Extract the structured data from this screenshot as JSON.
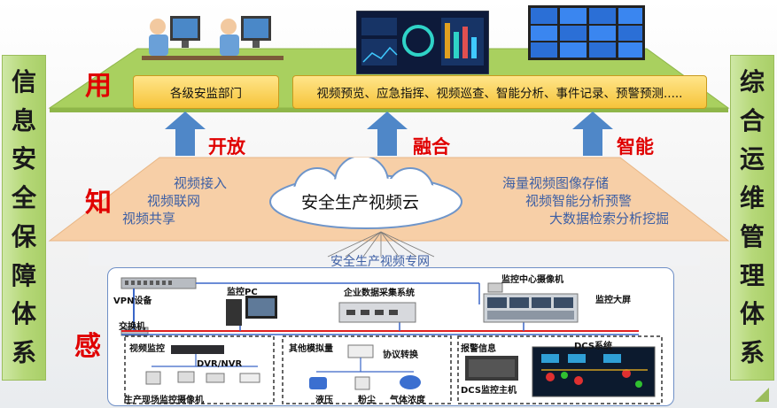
{
  "sides": {
    "left_chars": [
      "信",
      "息",
      "安",
      "全",
      "保",
      "障",
      "体",
      "系"
    ],
    "right_chars": [
      "综",
      "合",
      "运",
      "维",
      "管",
      "理",
      "体",
      "系"
    ]
  },
  "layers": {
    "use": "用",
    "know": "知",
    "sense": "感"
  },
  "top": {
    "box_depts": "各级安监部门",
    "box_features": "视频预览、应急指挥、视频巡查、智能分析、事件记录、预警预测....."
  },
  "arrows": {
    "open": "开放",
    "fusion": "融合",
    "smart": "智能"
  },
  "middle": {
    "cloud": "安全生产视频云",
    "left_items": [
      "视频接入",
      "视频联网",
      "视频共享"
    ],
    "right_items": [
      "海量视频图像存储",
      "视频智能分析预警",
      "大数据检索分析挖掘"
    ]
  },
  "network": {
    "title": "安全生产视频专网",
    "vpn": "VPN设备",
    "monitor_pc": "监控PC",
    "data_system": "企业数据采集系统",
    "center_camera": "监控中心摄像机",
    "big_screen": "监控大屏",
    "switch": "交换机",
    "video_monitor": "视频监控",
    "dvr": "DVR/NVR",
    "field_camera": "生产现场监控摄像机",
    "analog": "其他模拟量",
    "protocol": "协议转换",
    "pressure": "液压",
    "dust": "粉尘",
    "gas": "气体浓度",
    "alarm": "报警信息",
    "dcs_system": "DCS系统",
    "dcs_host": "DCS监控主机"
  },
  "colors": {
    "label_red": "#e00000",
    "feature_blue": "#3d5fa4",
    "top_green": "#a9d05f",
    "middle_peach": "#f7cfa7",
    "arrow_blue": "#4f87c8"
  }
}
